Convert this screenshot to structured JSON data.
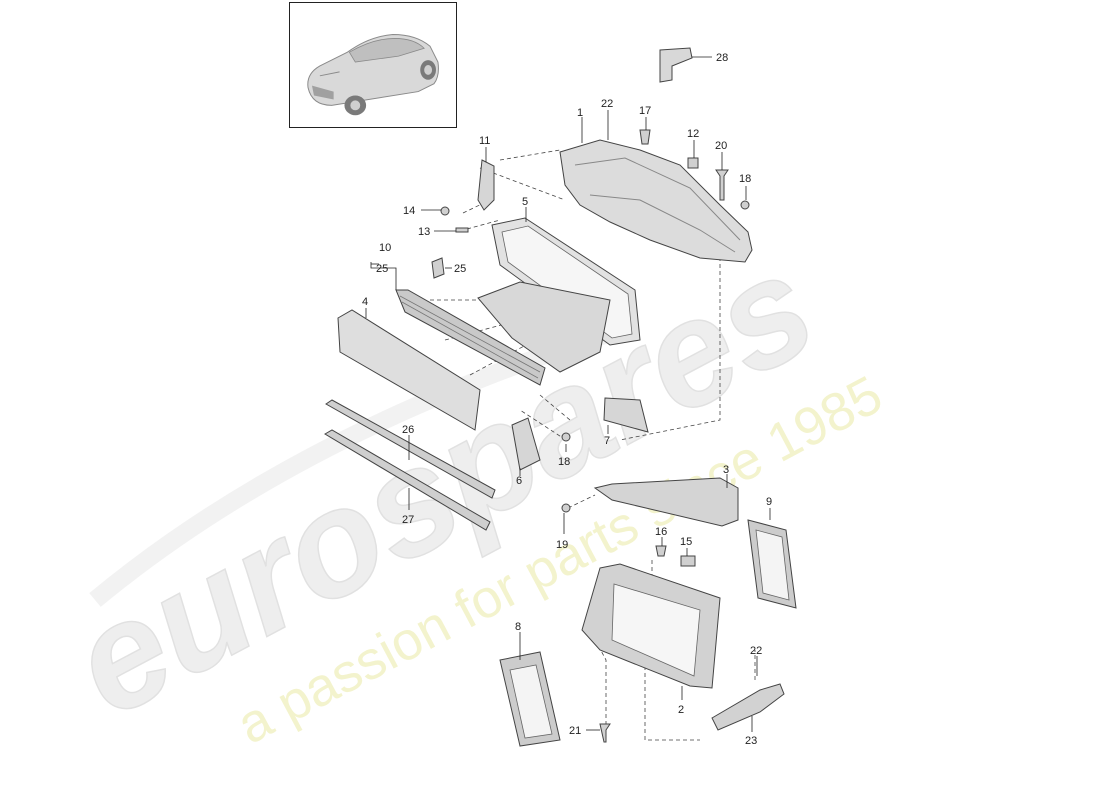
{
  "watermark": {
    "brand": "eurospares",
    "tagline": "a passion for parts since 1985",
    "brand_color": "#e6e6e6",
    "tagline_color": "#f3f3c4"
  },
  "thumbnail": {
    "icon": "car-icon"
  },
  "callouts": [
    {
      "id": "c28",
      "text": "28"
    },
    {
      "id": "c1",
      "text": "1"
    },
    {
      "id": "c22a",
      "text": "22"
    },
    {
      "id": "c17",
      "text": "17"
    },
    {
      "id": "c12",
      "text": "12"
    },
    {
      "id": "c20",
      "text": "20"
    },
    {
      "id": "c18a",
      "text": "18"
    },
    {
      "id": "c11",
      "text": "11"
    },
    {
      "id": "c14",
      "text": "14"
    },
    {
      "id": "c13",
      "text": "13"
    },
    {
      "id": "c5",
      "text": "5"
    },
    {
      "id": "c10",
      "text": "10"
    },
    {
      "id": "c25a",
      "text": "25"
    },
    {
      "id": "c25b",
      "text": "25"
    },
    {
      "id": "c4",
      "text": "4"
    },
    {
      "id": "c26",
      "text": "26"
    },
    {
      "id": "c18b",
      "text": "18"
    },
    {
      "id": "c7",
      "text": "7"
    },
    {
      "id": "c6",
      "text": "6"
    },
    {
      "id": "c27",
      "text": "27"
    },
    {
      "id": "c3",
      "text": "3"
    },
    {
      "id": "c9",
      "text": "9"
    },
    {
      "id": "c19",
      "text": "19"
    },
    {
      "id": "c16",
      "text": "16"
    },
    {
      "id": "c15",
      "text": "15"
    },
    {
      "id": "c8",
      "text": "8"
    },
    {
      "id": "c22b",
      "text": "22"
    },
    {
      "id": "c2",
      "text": "2"
    },
    {
      "id": "c21",
      "text": "21"
    },
    {
      "id": "c23",
      "text": "23"
    }
  ]
}
